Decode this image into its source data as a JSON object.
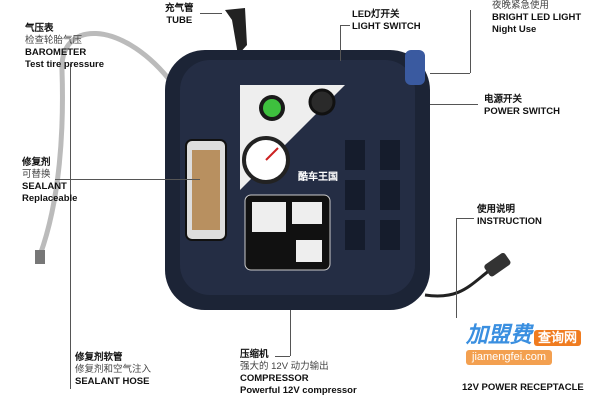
{
  "labels": {
    "tube": {
      "cn": "充气管",
      "en": "TUBE"
    },
    "barometer": {
      "cn": "气压表",
      "cn_sub": "检查轮胎气压",
      "en": "BAROMETER",
      "en_sub": "Test tire pressure"
    },
    "light_switch": {
      "cn": "LED灯开关",
      "en": "LIGHT SWITCH"
    },
    "led_light": {
      "cn_sub": "夜晚紧急使用",
      "en": "BRIGHT LED LIGHT",
      "en_sub": "Night Use"
    },
    "power_switch": {
      "cn": "电源开关",
      "en": "POWER SWITCH"
    },
    "sealant": {
      "cn": "修复剂",
      "cn_sub": "可替换",
      "en": "SEALANT",
      "en_sub": "Replaceable"
    },
    "instruction": {
      "cn": "使用说明",
      "en": "INSTRUCTION"
    },
    "sealant_hose": {
      "cn": "修复剂软管",
      "cn_sub": "修复剂和空气注入",
      "en": "SEALANT HOSE"
    },
    "compressor": {
      "cn": "压缩机",
      "cn_sub": "强大的 12V 动力输出",
      "en": "COMPRESSOR",
      "en_sub": "Powerful 12V compressor"
    },
    "receptacle": {
      "en": "12V POWER RECEPTACLE"
    }
  },
  "product": {
    "brand": "酷车王国"
  },
  "watermark": {
    "main": "加盟费",
    "tag": "查询网",
    "url": "jiamengfei.com"
  }
}
